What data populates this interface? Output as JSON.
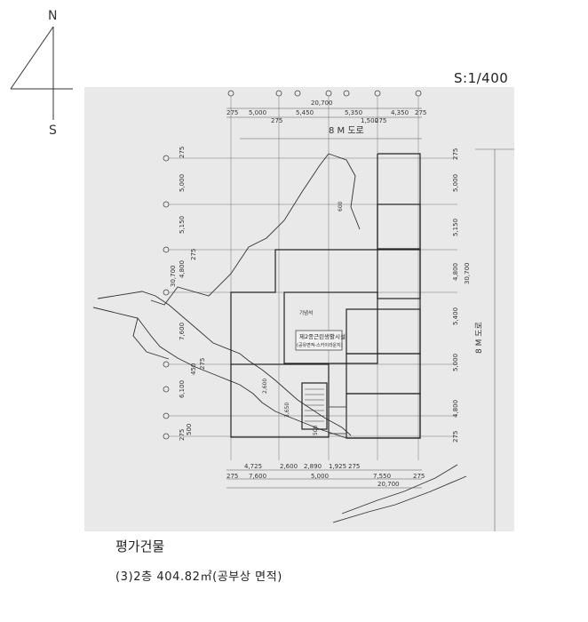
{
  "compass": {
    "north": "N",
    "south": "S",
    "icon": "north-arrow-icon"
  },
  "scale": "S:1/400",
  "plan": {
    "road_top": "8 M 도로",
    "road_right": "8 M 도로",
    "dims_top": {
      "total": "20,700",
      "spans": [
        "275",
        "5,000",
        "5,450",
        "5,350",
        "4,350",
        "275"
      ],
      "sub": [
        "275",
        "1,500",
        "275"
      ]
    },
    "dims_bottom": {
      "row1": [
        "4,725",
        "2,600",
        "2,890",
        "1,925",
        "275"
      ],
      "row2": [
        "275",
        "7,600",
        "5,000",
        "7,550",
        "275"
      ],
      "total": "20,700"
    },
    "dims_left": [
      "275",
      "5,000",
      "5,150",
      "4,800",
      "30,700",
      "275",
      "7,600",
      "450",
      "275",
      "6,100",
      "275",
      "500"
    ],
    "dims_right": [
      "275",
      "5,000",
      "5,150",
      "4,800",
      "30,700",
      "5,400",
      "5,000",
      "4,800",
      "275"
    ],
    "interior_dims": [
      "600",
      "2,600",
      "3,650",
      "500"
    ],
    "room_label_main": "제2종근린생활시설",
    "room_label_sub": "(공유면적-스카이라운지)",
    "small_room_label": "기념석"
  },
  "caption": {
    "title": "평가건물",
    "area": "(3)2층 404.82㎡(공부상 면적)"
  }
}
